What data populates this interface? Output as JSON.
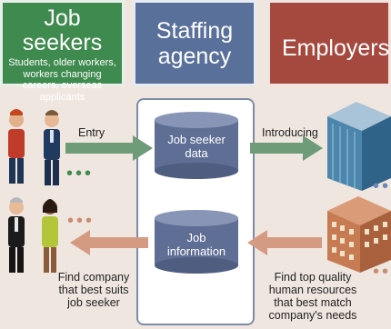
{
  "job_seekers": {
    "title": "Job seekers",
    "subtitle": "Students, older workers, workers changing careers, overseas applicants"
  },
  "staffing_agency": {
    "title_line1": "Staffing",
    "title_line2": "agency"
  },
  "employers": {
    "title": "Employers"
  },
  "databases": {
    "job_seeker_data": {
      "line1": "Job seeker",
      "line2": "data"
    },
    "job_information": {
      "line1": "Job",
      "line2": "information"
    }
  },
  "flows": {
    "entry": "Entry",
    "introducing": "Introducing",
    "find_company": "Find company that best suits job seeker",
    "find_talent": "Find top quality human resources that best match company's needs"
  },
  "colors": {
    "green": "#3f8a4f",
    "blue": "#59709a",
    "red": "#a5493e",
    "arrow_green": "#6f9c78",
    "arrow_orange": "#d59a82",
    "cylinder": "#5f6e94"
  }
}
